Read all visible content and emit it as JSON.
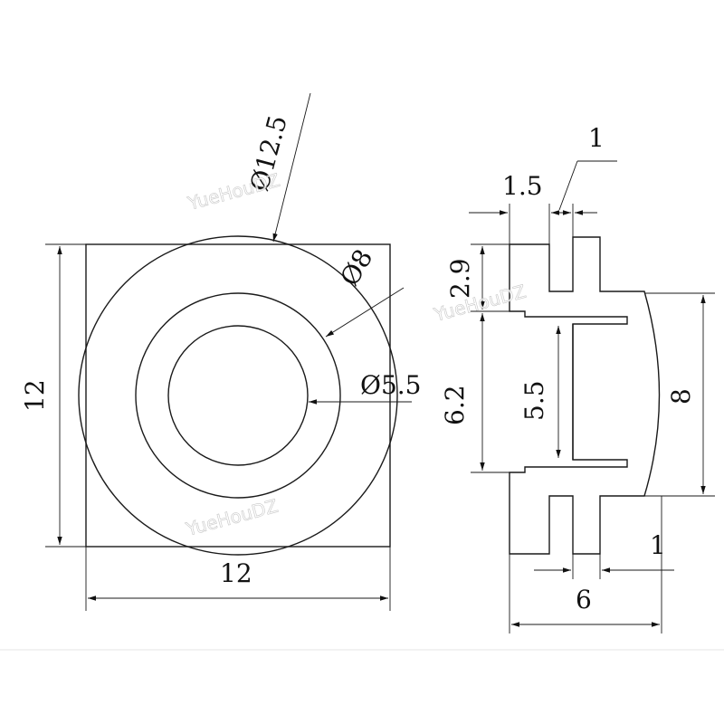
{
  "watermark": "YueHouDZ",
  "front_view": {
    "diam_outer_label": "Ø12.5",
    "diam_middle_label": "Ø8",
    "diam_inner_label": "Ø5.5",
    "height_label": "12",
    "width_label": "12"
  },
  "side_view": {
    "top_gap_label": "1.5",
    "top_thickness_label": "1",
    "flange_label": "2.9",
    "body_label": "6.2",
    "bore_label": "5.5",
    "dome_label": "8",
    "bottom_thickness_label": "1",
    "depth_label": "6"
  }
}
